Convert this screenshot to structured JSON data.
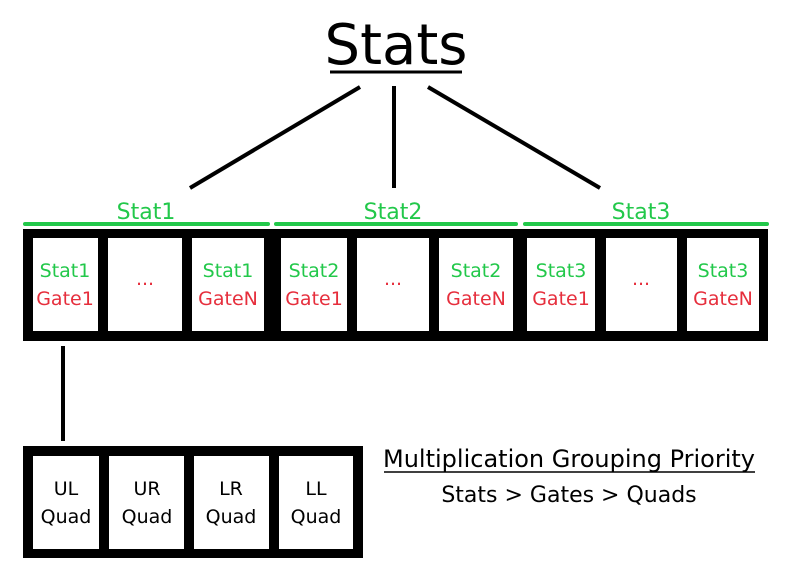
{
  "title": "Stats",
  "colors": {
    "stat": "#22c84a",
    "gate": "#e62e3c",
    "line": "#000000",
    "background": "#ffffff"
  },
  "groups": [
    {
      "label": "Stat1",
      "cells": [
        {
          "stat": "Stat1",
          "gate": "Gate1"
        },
        {
          "ellipsis": "..."
        },
        {
          "stat": "Stat1",
          "gate": "GateN"
        }
      ]
    },
    {
      "label": "Stat2",
      "cells": [
        {
          "stat": "Stat2",
          "gate": "Gate1"
        },
        {
          "ellipsis": "..."
        },
        {
          "stat": "Stat2",
          "gate": "GateN"
        }
      ]
    },
    {
      "label": "Stat3",
      "cells": [
        {
          "stat": "Stat3",
          "gate": "Gate1"
        },
        {
          "ellipsis": "..."
        },
        {
          "stat": "Stat3",
          "gate": "GateN"
        }
      ]
    }
  ],
  "quads": [
    {
      "line1": "UL",
      "line2": "Quad"
    },
    {
      "line1": "UR",
      "line2": "Quad"
    },
    {
      "line1": "LR",
      "line2": "Quad"
    },
    {
      "line1": "LL",
      "line2": "Quad"
    }
  ],
  "priority": {
    "title": "Multiplication Grouping Priority",
    "text": "Stats > Gates > Quads"
  }
}
